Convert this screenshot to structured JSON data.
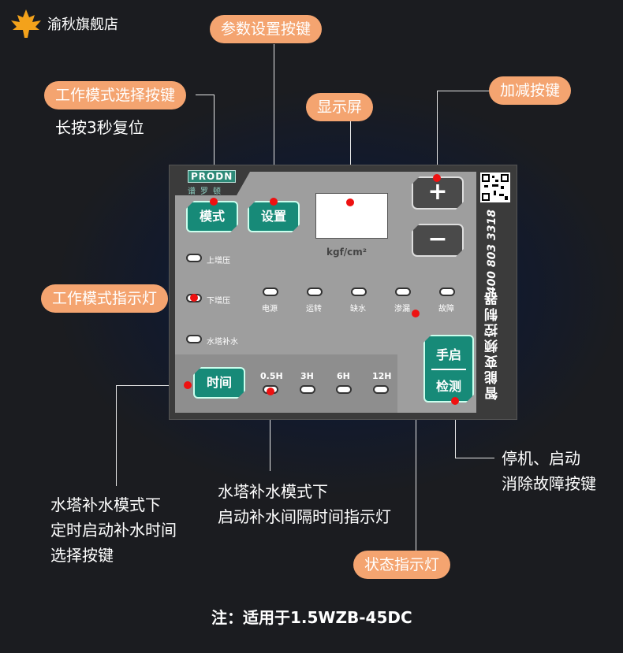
{
  "brand": {
    "name": "渝秋旗舰店"
  },
  "callouts": {
    "param_set": "参数设置按键",
    "mode_select": "工作模式选择按键",
    "mode_select_note": "长按3秒复位",
    "display": "显示屏",
    "plus_minus": "加减按键",
    "mode_indicator": "工作模式指示灯",
    "status_indicator": "状态指示灯",
    "stop_start_note_1": "停机、启动",
    "stop_start_note_2": "消除故障按键",
    "tower_timer_note_1": "水塔补水模式下",
    "tower_timer_note_2": "定时启动补水时间",
    "tower_timer_note_3": "选择按键",
    "tower_interval_note_1": "水塔补水模式下",
    "tower_interval_note_2": "启动补水间隔时间指示灯"
  },
  "panel": {
    "logo": "PRODN",
    "logo_cn": "谱罗顿",
    "mode_button": "模式",
    "set_button": "设置",
    "plus": "+",
    "minus": "−",
    "unit": "kgf/cm²",
    "modes": [
      "上增压",
      "下增压",
      "水塔补水"
    ],
    "status": [
      "电源",
      "运转",
      "缺水",
      "渗漏",
      "故障"
    ],
    "time_button": "时间",
    "time_options": [
      "0.5H",
      "3H",
      "6H",
      "12H"
    ],
    "manual_top": "手启",
    "manual_bottom": "检测",
    "device_name": "智能变频控制器",
    "hotline": "400 803 3318"
  },
  "footer": {
    "note": "注：适用于1.5WZB-45DC"
  },
  "colors": {
    "accent": "#f4a470",
    "button": "#178a78",
    "indicator_dot": "#e11111"
  }
}
